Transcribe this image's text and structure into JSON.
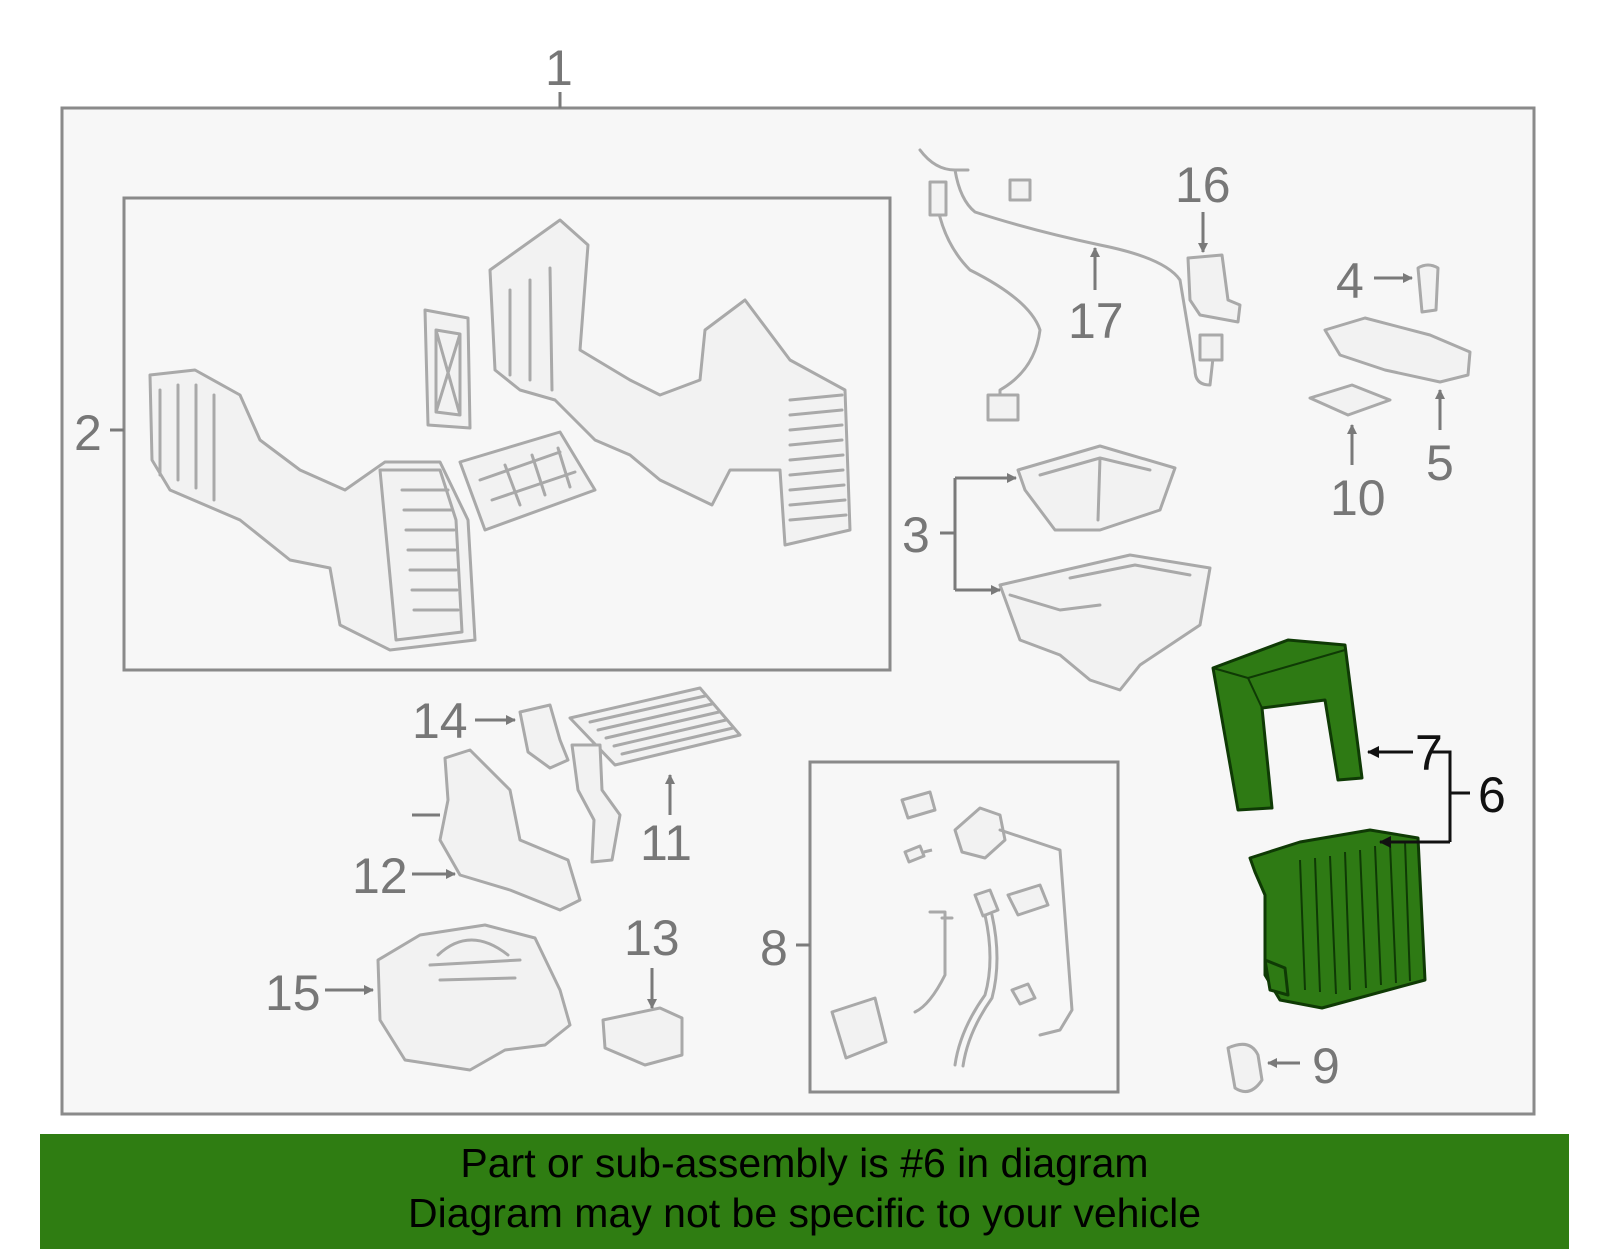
{
  "callouts": {
    "c1": "1",
    "c2": "2",
    "c3": "3",
    "c4": "4",
    "c5": "5",
    "c6": "6",
    "c7": "7",
    "c8": "8",
    "c9": "9",
    "c10": "10",
    "c11": "11",
    "c12": "12",
    "c13": "13",
    "c14": "14",
    "c15": "15",
    "c16": "16",
    "c17": "17"
  },
  "highlighted_part": "6",
  "colors": {
    "highlight": "#2e7a14",
    "banner": "#2f7d12",
    "outline": "#a9a9a9"
  },
  "banner": {
    "line1": "Part or sub-assembly is #6 in diagram",
    "line2": "Diagram may not be specific to your vehicle"
  }
}
